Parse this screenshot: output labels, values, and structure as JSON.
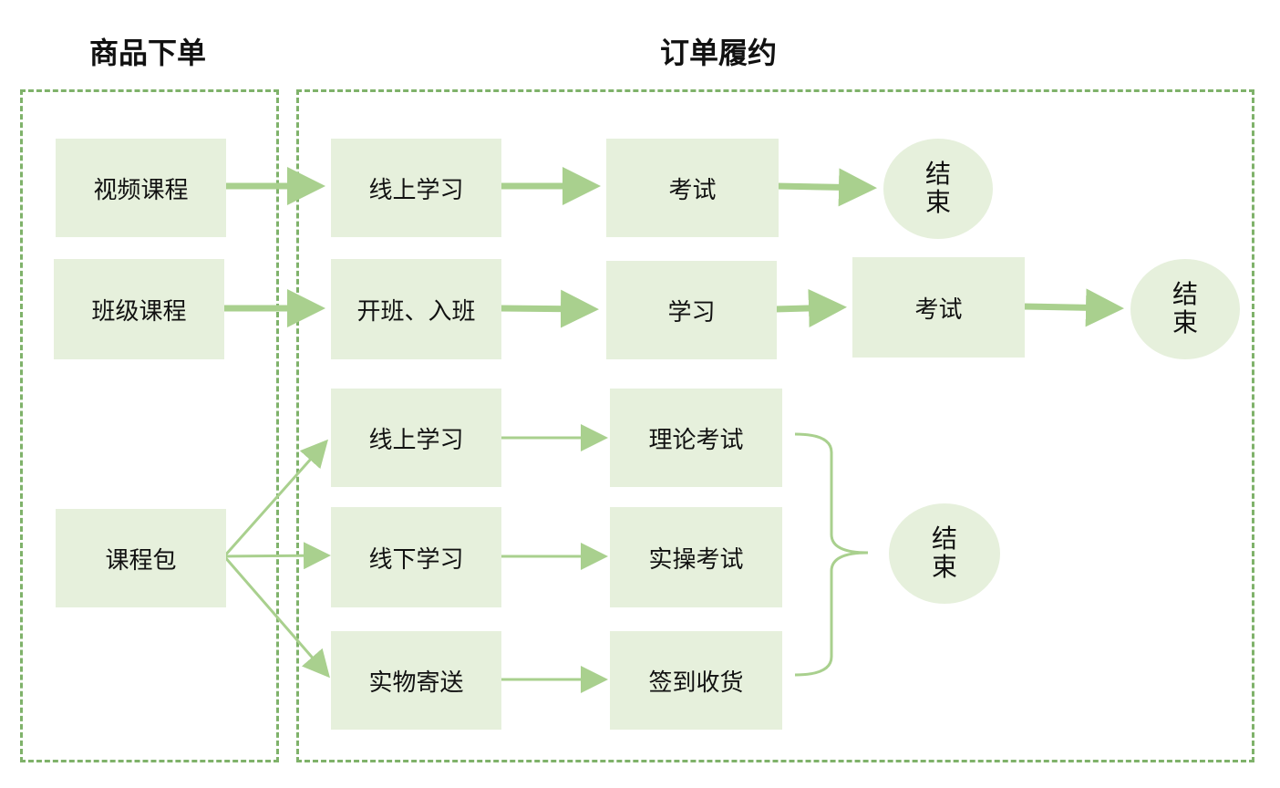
{
  "regions": {
    "order": {
      "title": "商品下单"
    },
    "fulfillment": {
      "title": "订单履约"
    }
  },
  "nodes": {
    "video_course": "视频课程",
    "class_course": "班级课程",
    "course_package": "课程包",
    "online_study_1": "线上学习",
    "exam_1": "考试",
    "end_1": "结束",
    "open_join_class": "开班、入班",
    "study": "学习",
    "exam_2": "考试",
    "end_2": "结束",
    "online_study_2": "线上学习",
    "theory_exam": "理论考试",
    "offline_study": "线下学习",
    "practical_exam": "实操考试",
    "physical_delivery": "实物寄送",
    "sign_receipt": "签到收货",
    "end_3": "结束"
  },
  "colors": {
    "node_fill": "#e6f0dc",
    "border": "#7fb26a",
    "arrow": "#a9d08e"
  }
}
